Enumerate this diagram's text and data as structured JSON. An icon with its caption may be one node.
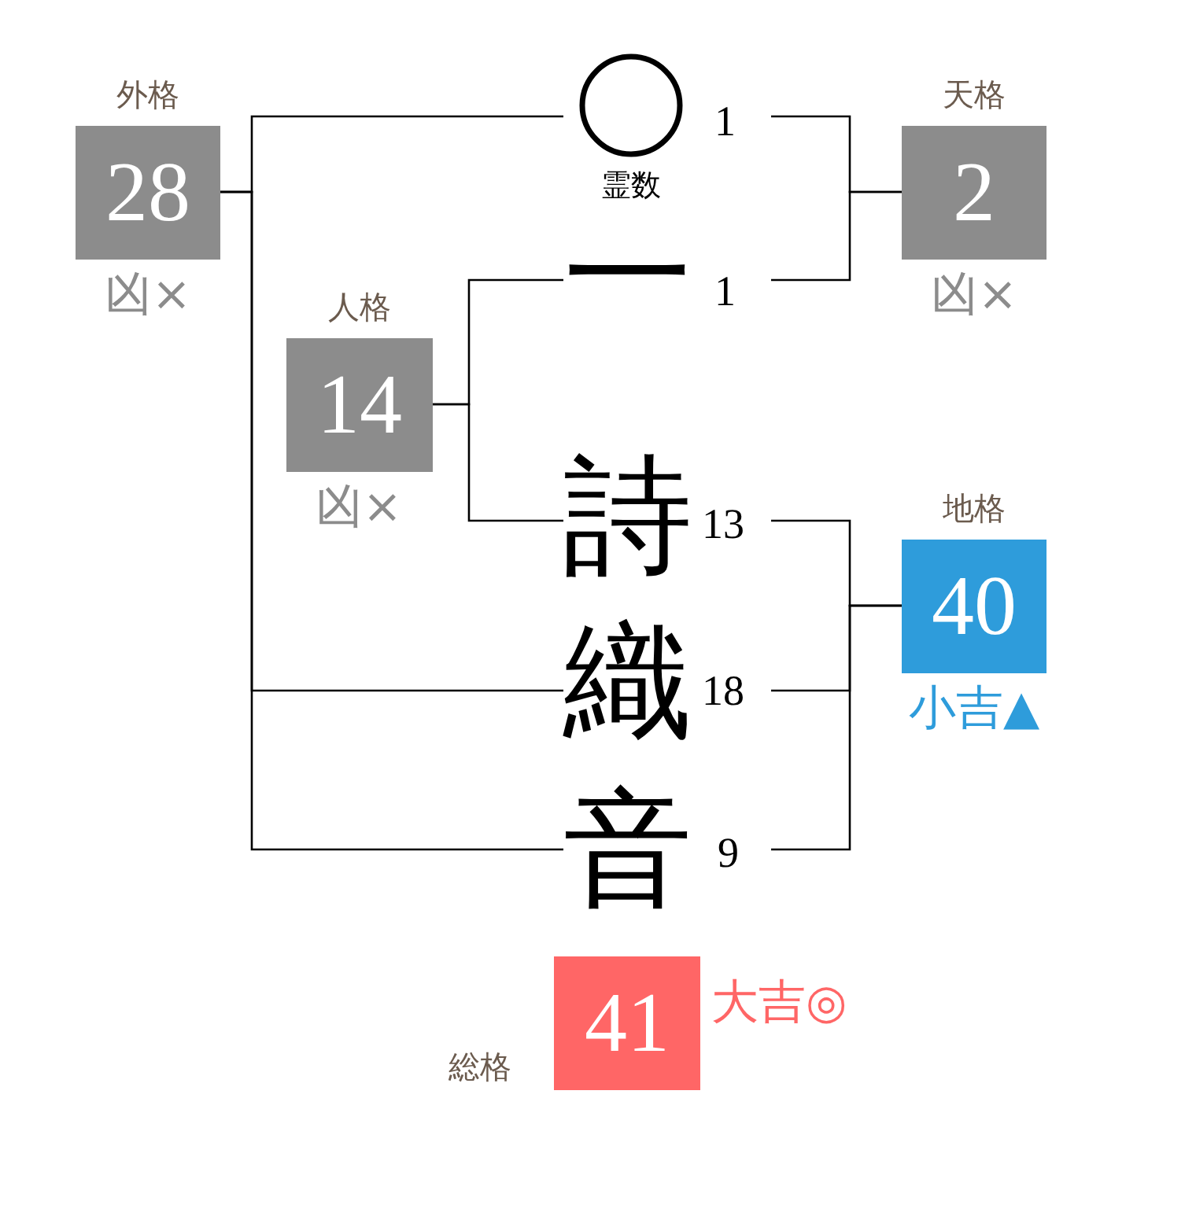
{
  "diagram": {
    "nodes": [
      {
        "text": [
          "外格",
          "28"
        ],
        "beside": [
          "凶×"
        ]
      },
      {
        "text": [
          "霊数"
        ],
        "beside": [
          "1"
        ]
      },
      {
        "text": [
          "天格",
          "2"
        ],
        "beside": [
          "凶×"
        ]
      },
      {
        "text": [
          "一"
        ],
        "beside": [
          "1"
        ]
      },
      {
        "text": [
          "人格",
          "14"
        ],
        "beside": [
          "凶×"
        ]
      },
      {
        "text": [
          "詩"
        ],
        "beside": [
          "13"
        ]
      },
      {
        "text": [
          "地格",
          "40"
        ],
        "beside": [
          "小吉▲"
        ]
      },
      {
        "text": [
          "織"
        ],
        "beside": [
          "18"
        ]
      },
      {
        "text": [
          "音"
        ],
        "beside": [
          "9"
        ]
      },
      {
        "text": [
          "総格",
          "41"
        ],
        "beside": [
          "大吉◎"
        ]
      }
    ],
    "edges": [
      {
        "from": 1,
        "to": 0,
        "arrow": "none"
      },
      {
        "from": 7,
        "to": 0,
        "arrow": "none"
      },
      {
        "from": 8,
        "to": 0,
        "arrow": "none"
      },
      {
        "from": 1,
        "to": 2,
        "arrow": "none"
      },
      {
        "from": 3,
        "to": 2,
        "arrow": "none"
      },
      {
        "from": 3,
        "to": 4,
        "arrow": "none"
      },
      {
        "from": 5,
        "to": 4,
        "arrow": "none"
      },
      {
        "from": 5,
        "to": 6,
        "arrow": "none"
      },
      {
        "from": 7,
        "to": 6,
        "arrow": "none"
      },
      {
        "from": 8,
        "to": 6,
        "arrow": "none"
      }
    ]
  }
}
